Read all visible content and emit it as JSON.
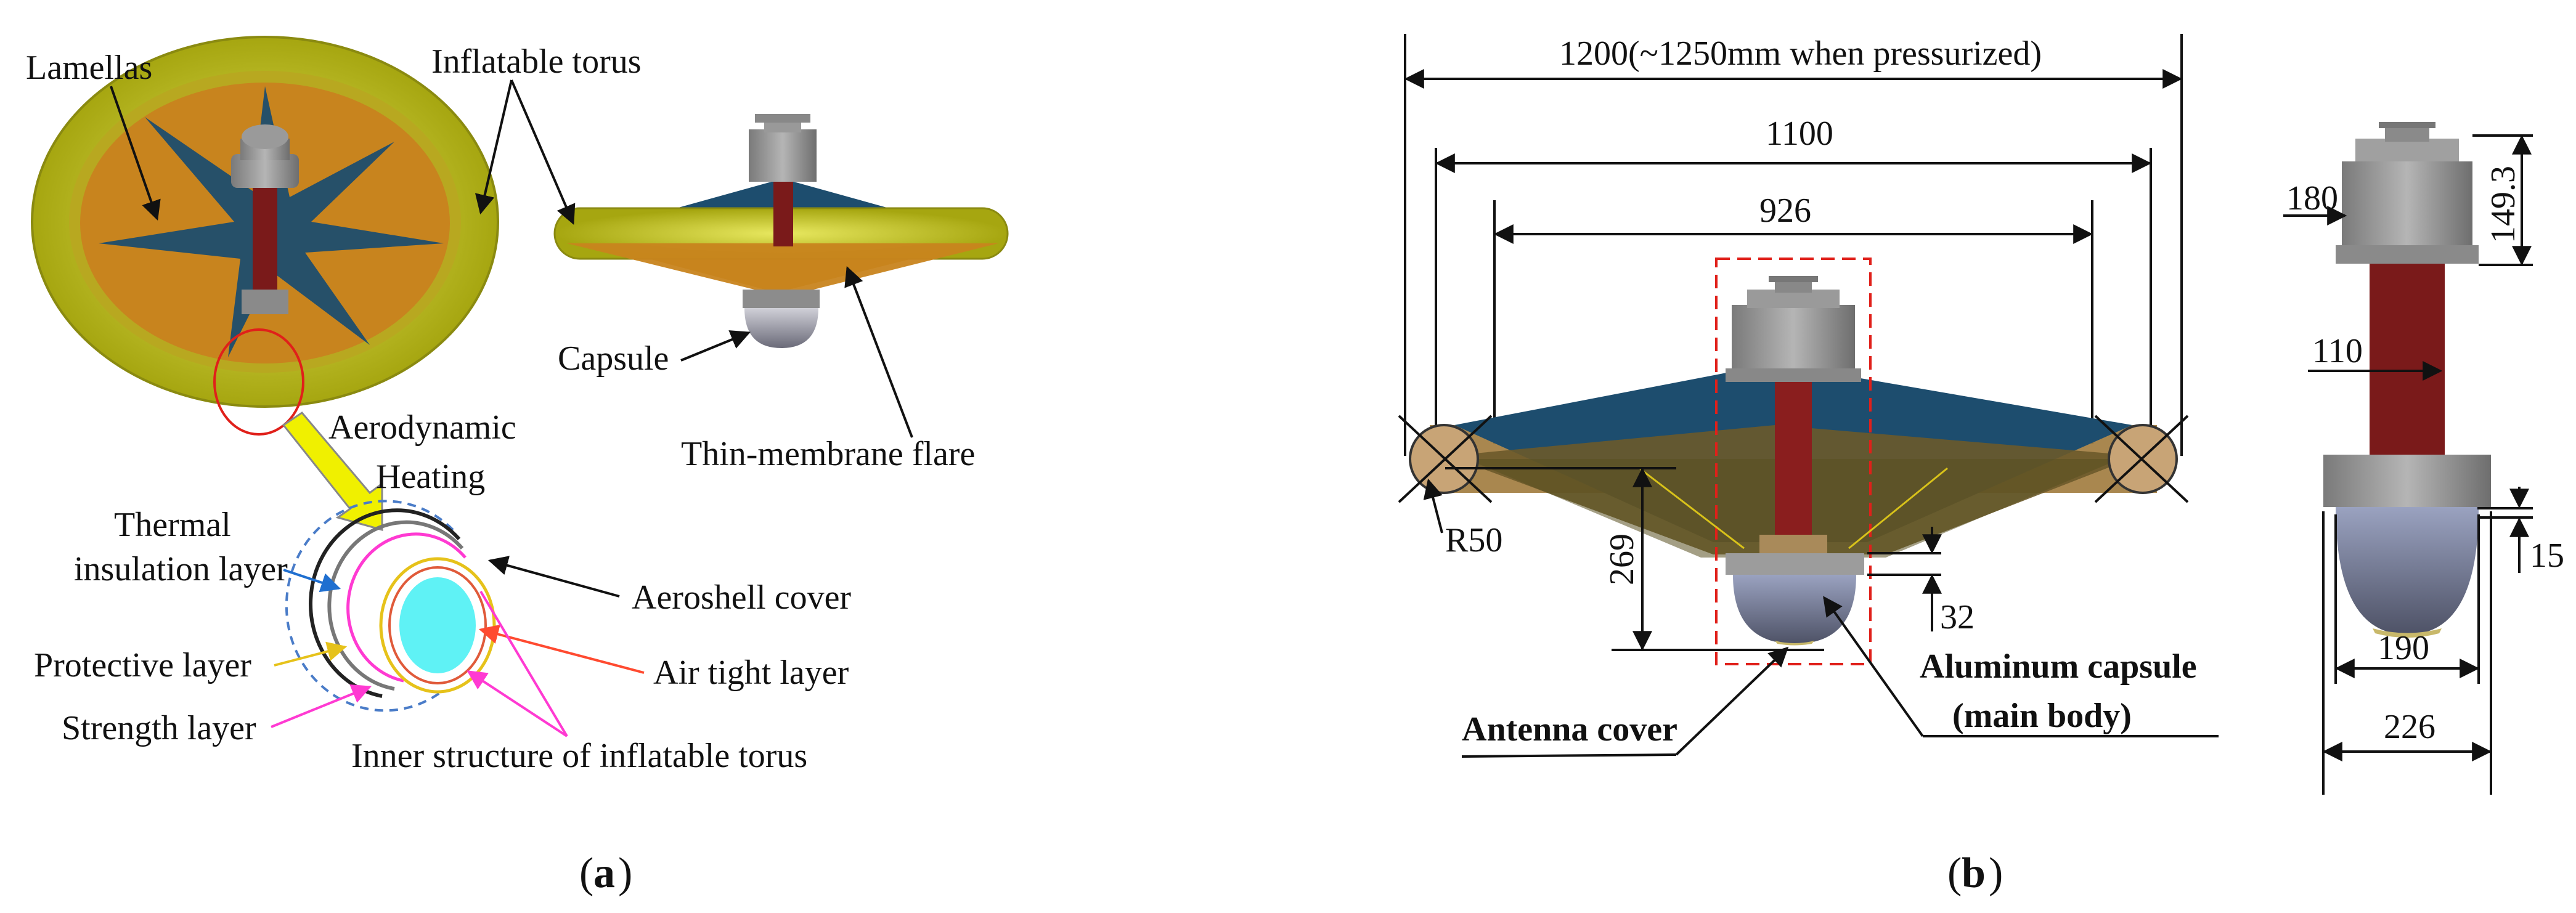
{
  "panel_a": {
    "caption_letter": "a",
    "labels": {
      "lamellas": "Lamellas",
      "inflatable_torus": "Inflatable torus",
      "capsule": "Capsule",
      "thin_membrane_flare": "Thin-membrane flare",
      "aerodynamic": "Aerodynamic",
      "heating": "Heating",
      "thermal_1": "Thermal",
      "thermal_2": "insulation layer",
      "aeroshell_cover": "Aeroshell cover",
      "protective_layer": "Protective layer",
      "air_tight_layer": "Air tight layer",
      "strength_layer": "Strength layer",
      "inner_structure": "Inner structure of inflatable torus"
    }
  },
  "panel_b": {
    "caption_letter": "b",
    "dimensions": {
      "overall": "1200(~1250mm when pressurized)",
      "d1100": "1100",
      "d926": "926",
      "r50": "R50",
      "d269": "269",
      "d32": "32",
      "d149": "149.3",
      "d180": "180",
      "d110": "110",
      "d15": "15",
      "d190": "190",
      "d226": "226"
    },
    "labels": {
      "antenna_cover": "Antenna cover",
      "aluminum_capsule_1": "Aluminum capsule",
      "aluminum_capsule_2": "(main body)"
    }
  },
  "colors": {
    "torus_yellow": "#cccc1a",
    "flare_orange": "#c8841e",
    "lamella_blue": "#1d4d6e",
    "capsule_gray": "#8a8a8a",
    "red_rod": "#7a1a1a",
    "highlight_red": "#e0201a",
    "arrow_yellow": "#f0f000",
    "core_cyan": "#5ff2f5"
  }
}
